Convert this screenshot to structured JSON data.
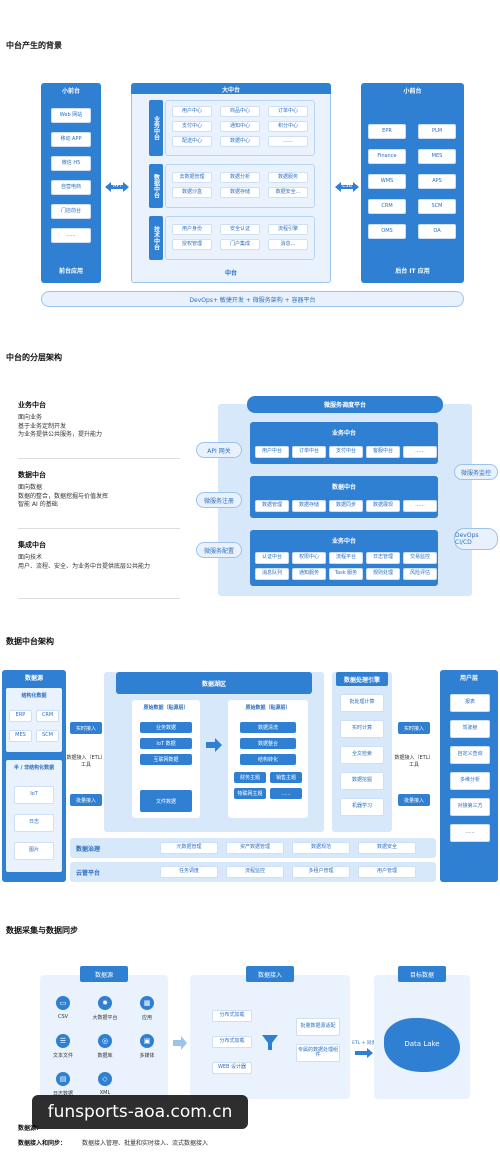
{
  "s1": {
    "title": "中台产生的背景",
    "front_header": "小前台",
    "front_items": [
      "Web 网站",
      "移动 APP",
      "微信 H5",
      "自营电商",
      "门店前台",
      "......"
    ],
    "front_footer": "前台应用",
    "api_label": "API",
    "mid_header": "大中台",
    "biz_label": "业务中台",
    "biz_items": [
      "用户中心",
      "商品中心",
      "订单中心",
      "支付中心",
      "通知中心",
      "积分中心",
      "配送中心",
      "数据中心",
      "......"
    ],
    "data_label": "数据中台",
    "data_items": [
      "去数据管理",
      "数据分析",
      "数据服务",
      "数据沙盒",
      "数据存储",
      "数据安全..."
    ],
    "tech_label": "技术中台",
    "tech_items": [
      "用户身份",
      "安全认证",
      "流程引擎",
      "授权管理",
      "门户集成",
      "消息..."
    ],
    "mid_footer": "中台",
    "esb_label": "ESB",
    "back_header": "小前台",
    "back_items": [
      "EPR",
      "PLM",
      "Finance",
      "MES",
      "WMS",
      "APS",
      "CRM",
      "SCM",
      "OMS",
      "OA"
    ],
    "back_footer": "后台 IT 应用",
    "devops": "DevOps+ 敏捷开发 + 微服务架构 + 容器平台"
  },
  "s2": {
    "title": "中台的分层架构",
    "blocks": [
      {
        "heading": "业务中台",
        "lines": [
          "面向业务",
          "基于业务定制开发",
          "为业务提供公共服务，提升能力"
        ]
      },
      {
        "heading": "数据中台",
        "lines": [
          "面向数据",
          "数据的整合，数据挖掘与价值发挥",
          "智能 AI 的基础"
        ]
      },
      {
        "heading": "集成中台",
        "lines": [
          "面向技术",
          "用户、流程、安全、为业务中台提供底层公共能力"
        ]
      }
    ],
    "platform_title": "微服务调度平台",
    "left_pills": [
      "API 网关",
      "微服务注册",
      "微服务配置"
    ],
    "right_pills": [
      "微服务监控",
      "DevOps CI/CD"
    ],
    "biz": {
      "title": "业务中台",
      "items": [
        "用户中台",
        "订单中台",
        "支付中台",
        "客服中台",
        "......"
      ]
    },
    "data": {
      "title": "数据中台",
      "items": [
        "数据管理",
        "数据存储",
        "数据同步",
        "数据展现",
        "......"
      ]
    },
    "integ": {
      "title": "业务中台",
      "row1": [
        "认证中台",
        "权限中心",
        "流程平台",
        "日志管理",
        "交易监控"
      ],
      "row2": [
        "消息队列",
        "通知服务",
        "Task 服务",
        "规则处理",
        "风险评估"
      ]
    }
  },
  "s3": {
    "title": "数据中台架构",
    "source_header": "数据源",
    "structured": "结构化数据",
    "structured_items": [
      "ERP",
      "CRM",
      "MES",
      "SCM"
    ],
    "semi": "半 / 非结构化数据",
    "semi_items": [
      "IoT",
      "日志",
      "图片"
    ],
    "realtime_in": "实时接入",
    "etl": "数据接入（ETL）工具",
    "batch_in": "批量接入",
    "lake_header": "数据湖区",
    "raw_title": "原始数据（贴源层）",
    "raw_items": [
      "业务数据",
      "IoT 数据",
      "互联网数据",
      "文件数据"
    ],
    "clean_title": "原始数据（贴源层）",
    "clean_items": [
      "数据清洗",
      "数据整合",
      "结构转化",
      "财务主题",
      "销售主题",
      "物联网主题",
      "......"
    ],
    "engine_header": "数据处理引擎",
    "engine_items": [
      "批处理计算",
      "实时计算",
      "全文检索",
      "数据挖掘",
      "机器学习"
    ],
    "realtime_out": "实时接入",
    "etl_out": "数据接入（ETL）工具",
    "batch_out": "批量接入",
    "user_header": "用户层",
    "user_items": [
      "报表",
      "驾驶舱",
      "自定义查询",
      "多维分析",
      "对接第三方",
      "......"
    ],
    "gov_label": "数据治理",
    "gov_items": [
      "元数据管理",
      "资产数据管理",
      "数据规范",
      "数据安全"
    ],
    "ops_label": "云管平台",
    "ops_items": [
      "任务调度",
      "流程监控",
      "多租户管理",
      "用户管理"
    ]
  },
  "s4": {
    "title": "数据采集与数据同步",
    "source_header": "数据源",
    "source_items": [
      "CSV",
      "大数据平台",
      "应用",
      "文本文件",
      "数据库",
      "多媒体",
      "日志数据",
      "XML"
    ],
    "ingest_header": "数据接入",
    "ingest_left": [
      "分布式加载",
      "分布式加载",
      "WEB 设计器"
    ],
    "ingest_right": [
      "批量数据源适配",
      "专属的数据处理组件"
    ],
    "sync_label": "ETL + 同步",
    "lake_header": "目标数据",
    "lake_label": "Data Lake",
    "caption1": "数据源：",
    "caption2_head": "数据接入和同步：",
    "caption2": "数据接入管理、批量和实时接入、流式数据接入"
  },
  "watermark": "funsports-aoa.com.cn",
  "colors": {
    "primary": "#2f7fd2",
    "light": "#eaf3fd"
  }
}
